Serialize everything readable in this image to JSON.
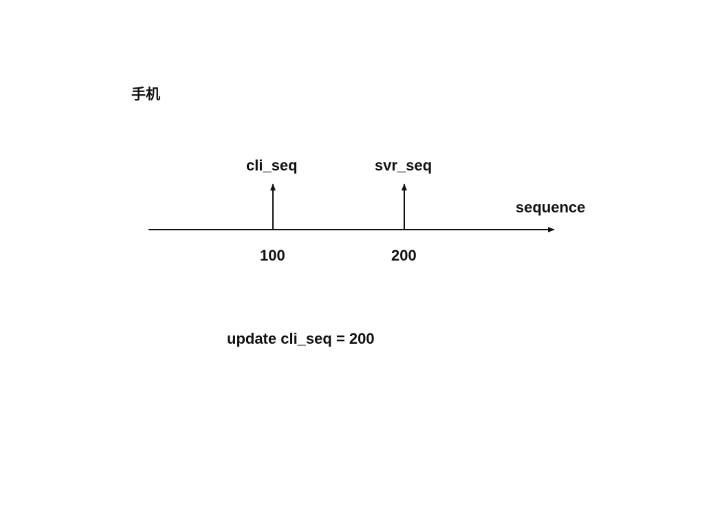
{
  "slide": {
    "title": "手机",
    "axis_label": "sequence",
    "markers": [
      {
        "label": "cli_seq",
        "value": "100"
      },
      {
        "label": "svr_seq",
        "value": "200"
      }
    ],
    "note": "update cli_seq = 200"
  }
}
